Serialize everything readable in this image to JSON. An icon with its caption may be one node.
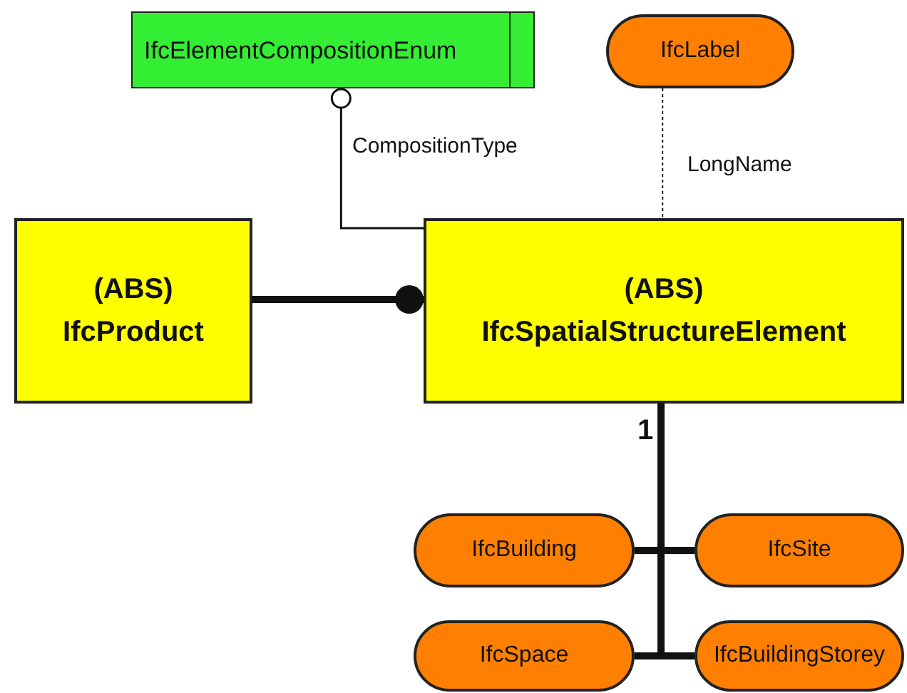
{
  "diagram": {
    "nodes": [
      {
        "text": [
          "IfcElementCompositionEnum"
        ]
      },
      {
        "text": [
          "IfcLabel"
        ]
      },
      {
        "text": [
          "(ABS)",
          "IfcProduct"
        ]
      },
      {
        "text": [
          "(ABS)",
          "IfcSpatialStructureElement"
        ]
      },
      {
        "text": [
          "IfcBuilding"
        ]
      },
      {
        "text": [
          "IfcSite"
        ]
      },
      {
        "text": [
          "IfcSpace"
        ]
      },
      {
        "text": [
          "IfcBuildingStorey"
        ]
      }
    ],
    "edges": [
      {
        "from": 3,
        "to": 0,
        "arrow": "other",
        "label": "CompositionType"
      },
      {
        "from": 1,
        "to": 3,
        "arrow": "none",
        "label": "LongName",
        "style": "dashed"
      },
      {
        "from": 2,
        "to": 3,
        "arrow": "other"
      },
      {
        "from": 3,
        "to": 4,
        "arrow": "none"
      },
      {
        "from": 3,
        "to": 5,
        "arrow": "none"
      },
      {
        "from": 3,
        "to": 6,
        "arrow": "none"
      },
      {
        "from": 3,
        "to": 7,
        "arrow": "none"
      }
    ],
    "labels": [
      "1"
    ]
  }
}
